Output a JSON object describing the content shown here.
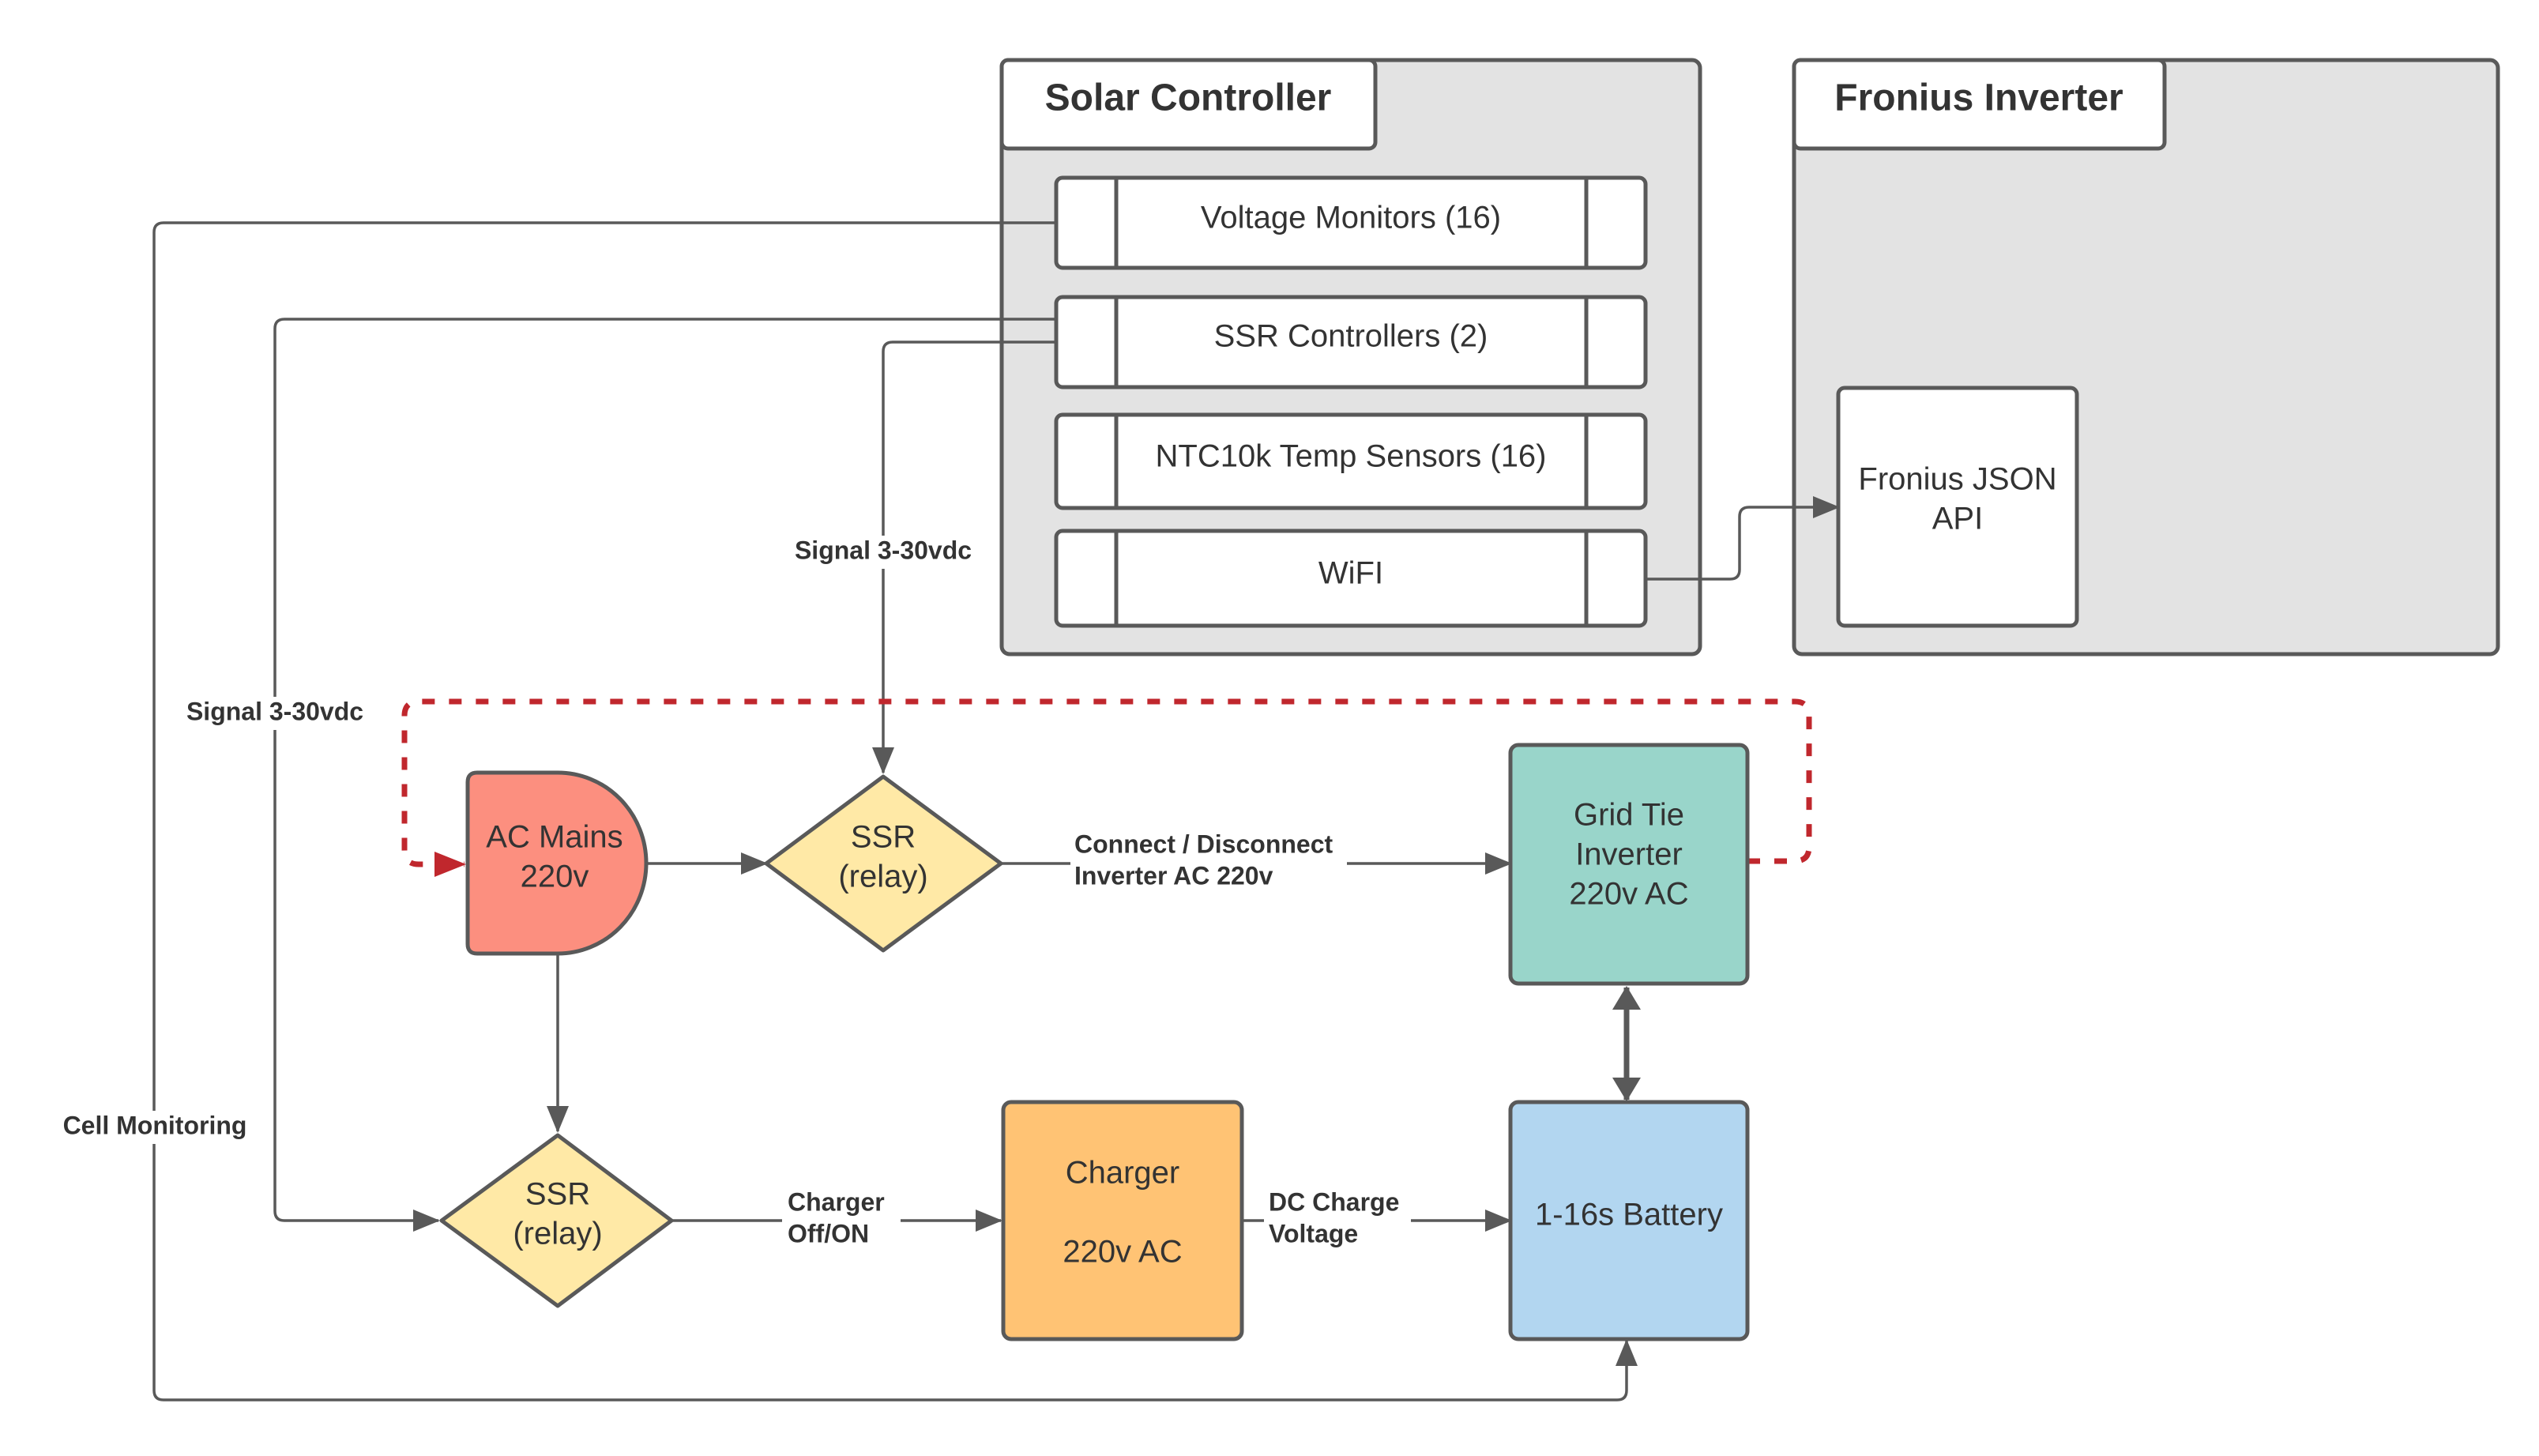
{
  "colors": {
    "container_fill": "#e3e3e3",
    "stroke": "#595959",
    "ac_mains": "#fc8f7f",
    "ssr": "#ffe9a6",
    "grid_tie": "#99d5ca",
    "charger": "#ffc374",
    "battery": "#b2d6f0",
    "loop_dashed": "#c0272d"
  },
  "containers": {
    "solar_controller": {
      "title": "Solar Controller",
      "modules": {
        "voltage_monitors": "Voltage Monitors (16)",
        "ssr_controllers": "SSR Controllers (2)",
        "ntc_sensors": "NTC10k Temp Sensors (16)",
        "wifi": "WiFI"
      }
    },
    "fronius_inverter": {
      "title": "Fronius Inverter",
      "api_line1": "Fronius JSON",
      "api_line2": "API"
    }
  },
  "nodes": {
    "ac_mains": {
      "line1": "AC Mains",
      "line2": "220v"
    },
    "ssr_top": {
      "line1": "SSR",
      "line2": "(relay)"
    },
    "ssr_bottom": {
      "line1": "SSR",
      "line2": "(relay)"
    },
    "grid_tie": {
      "line1": "Grid Tie",
      "line2": "Inverter",
      "line3": "220v AC"
    },
    "charger": {
      "line1": "Charger",
      "line2": "220v AC"
    },
    "battery": {
      "line1": "1-16s Battery"
    }
  },
  "edge_labels": {
    "signal_top": "Signal 3-30vdc",
    "signal_left": "Signal 3-30vdc",
    "cell_monitoring": "Cell Monitoring",
    "connect_line1": "Connect / Disconnect",
    "connect_line2": "Inverter AC 220v",
    "charger_line1": "Charger",
    "charger_line2": "Off/ON",
    "dc_line1": "DC Charge",
    "dc_line2": "Voltage"
  }
}
